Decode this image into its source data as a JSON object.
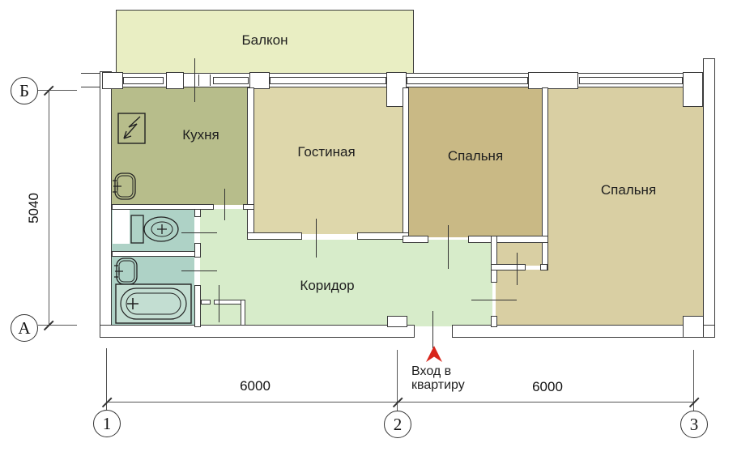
{
  "rooms": {
    "balcony": {
      "label": "Балкон",
      "color": "#e9eec3"
    },
    "kitchen": {
      "label": "Кухня",
      "color": "#b7bd8b"
    },
    "living": {
      "label": "Гостиная",
      "color": "#ded7ab"
    },
    "bedroom1": {
      "label": "Спальня",
      "color": "#c9b985"
    },
    "bedroom2": {
      "label": "Спальня",
      "color": "#d9cfa3"
    },
    "corridor": {
      "label": "Коридор",
      "color": "#d7ecca"
    },
    "bathroom": {
      "color": "#aed2c6",
      "tub_color": "#c3ded2"
    }
  },
  "axes": {
    "vertical": [
      {
        "label": "Б"
      },
      {
        "label": "А"
      }
    ],
    "horizontal": [
      {
        "label": "1"
      },
      {
        "label": "2"
      },
      {
        "label": "3"
      }
    ]
  },
  "dimensions": {
    "height": "5040",
    "width_left": "6000",
    "width_right": "6000"
  },
  "entrance": {
    "line1": "Вход в",
    "line2": "квартиру",
    "arrow_color": "#d8251b"
  },
  "icons": {
    "kitchen_appliance": "stove-icon",
    "kitchen_sink": "sink-icon",
    "toilet": "toilet-icon",
    "bathroom_sink": "sink-icon",
    "bathtub": "bathtub-icon",
    "entrance_arrow": "arrow-up-icon"
  },
  "line_color": "#3a3a3a"
}
